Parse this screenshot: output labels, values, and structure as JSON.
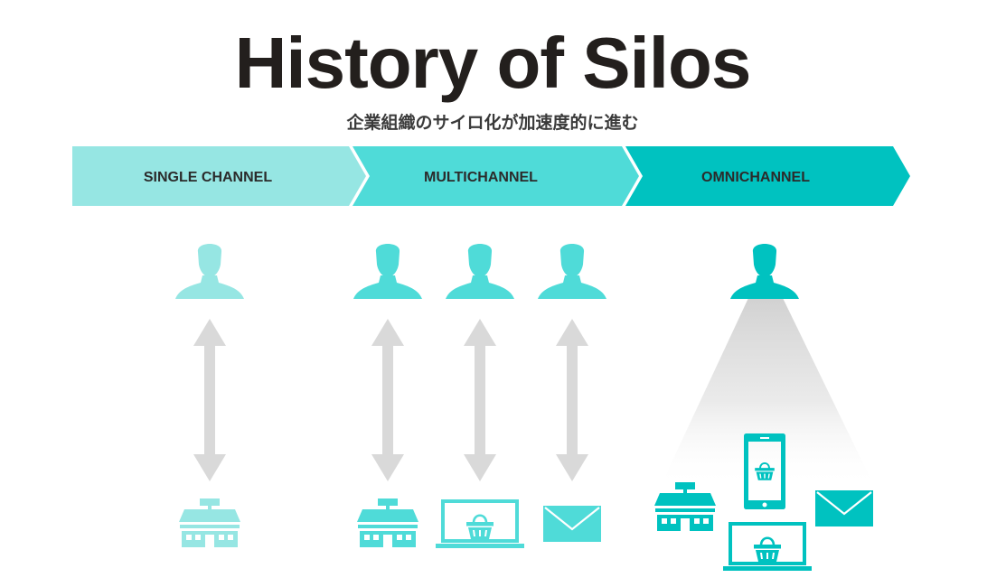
{
  "title": "History of Silos",
  "subtitle": "企業組織のサイロ化が加速度的に進む",
  "stages": [
    {
      "label": "SINGLE CHANNEL",
      "color": "#96e6e3"
    },
    {
      "label": "MULTICHANNEL",
      "color": "#4fdbd8"
    },
    {
      "label": "OMNICHANNEL",
      "color": "#00c2c0"
    }
  ],
  "colors": {
    "arrow": "#d9d9d9",
    "light": "#96e6e3",
    "medium": "#4fdbd8",
    "dark": "#00c2c0"
  },
  "icons": {
    "person": "person-icon",
    "store": "store-icon",
    "laptop": "laptop-basket-icon",
    "mail": "envelope-icon",
    "phone": "smartphone-basket-icon"
  }
}
